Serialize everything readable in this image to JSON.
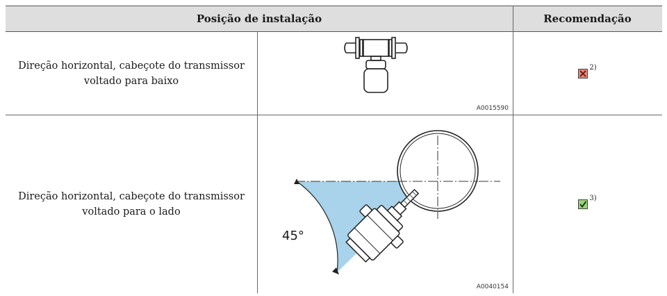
{
  "header": {
    "col_position": "Posição de instalação",
    "col_recommendation": "Recomendação"
  },
  "rows": [
    {
      "description": "Direção horizontal, cabeçote do transmissor voltado para baixo",
      "figure_code": "A0015590",
      "recommendation": "not-recommended",
      "footnote": "2)"
    },
    {
      "description": "Direção horizontal, cabeçote do transmissor voltado para o lado",
      "figure_code": "A0040154",
      "angle_label": "45°",
      "recommendation": "recommended",
      "footnote": "3)"
    }
  ],
  "colors": {
    "header_bg": "#dedede",
    "cross_box": "#e8837a",
    "check_box": "#9bd17e",
    "angle_fill": "#a9d3ea"
  }
}
